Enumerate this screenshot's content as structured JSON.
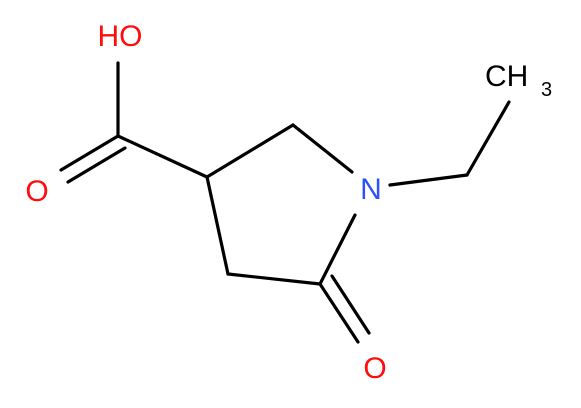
{
  "molecule": {
    "atoms": {
      "hydroxyl": {
        "text": "HO",
        "color": "#ff0d0d"
      },
      "carbonyl_acid_oxygen": {
        "text": "O",
        "color": "#ff0d0d"
      },
      "ring_nitrogen": {
        "text": "N",
        "color": "#3050f8"
      },
      "lactam_oxygen": {
        "text": "O",
        "color": "#ff0d0d"
      },
      "methyl": {
        "text": "CH",
        "subscript": "3",
        "color": "#000000"
      }
    },
    "bond_color": "#000000"
  }
}
